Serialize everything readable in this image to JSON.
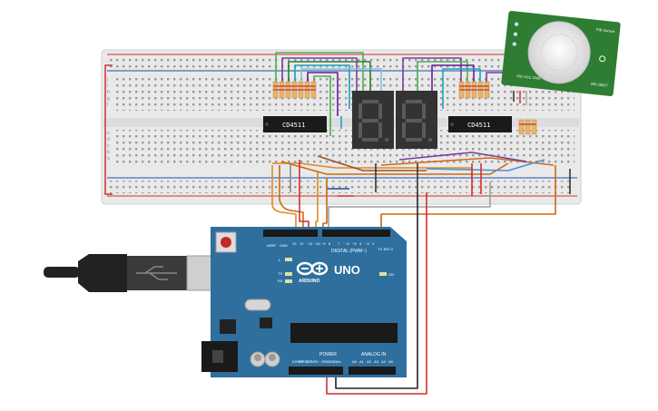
{
  "breadboard": {
    "ic_left_label": "CD4511",
    "ic_right_label": "CD4511",
    "row_letters_top": [
      "j",
      "i",
      "h",
      "g",
      "f"
    ],
    "row_letters_bottom": [
      "e",
      "d",
      "c",
      "b",
      "a"
    ]
  },
  "displays": {
    "left_digit": "8.",
    "right_digit": "8."
  },
  "pir_sensor": {
    "label_top": "PIR Sensor",
    "label_code": "555-28027",
    "pins": "SIG VCC GND"
  },
  "arduino": {
    "uno_label": "UNO",
    "brand": "ARDUINO",
    "digital_label": "DIGITAL (PWM~)",
    "power_label": "POWER",
    "analog_label": "ANALOG IN",
    "on_label": "ON",
    "tx_label": "TX",
    "rx_label": "RX",
    "l_label": "L",
    "aref": "AREF",
    "gnd": "GND",
    "digital_pins": [
      "13",
      "12",
      "~11",
      "~10",
      "~9",
      "8",
      "7",
      "~6",
      "~5",
      "4",
      "~3",
      "2",
      "TX 1",
      "RX 0"
    ],
    "power_pins": [
      "IOREF",
      "RESET",
      "3.3V",
      "5V",
      "GND",
      "GND",
      "Vin"
    ],
    "analog_pins": [
      "A0",
      "A1",
      "A2",
      "A3",
      "A4",
      "A5"
    ]
  },
  "usb_cable": {
    "connector": "usb-b"
  },
  "colors": {
    "board_blue": "#2e6f9e",
    "breadboard": "#ececec",
    "rail_red": "#d32f2f",
    "rail_blue": "#1e4fb0",
    "display_body": "#333333",
    "segment_off": "#5a5a5a",
    "ic_body": "#1a1a1a",
    "pir_green": "#2e7d32"
  }
}
